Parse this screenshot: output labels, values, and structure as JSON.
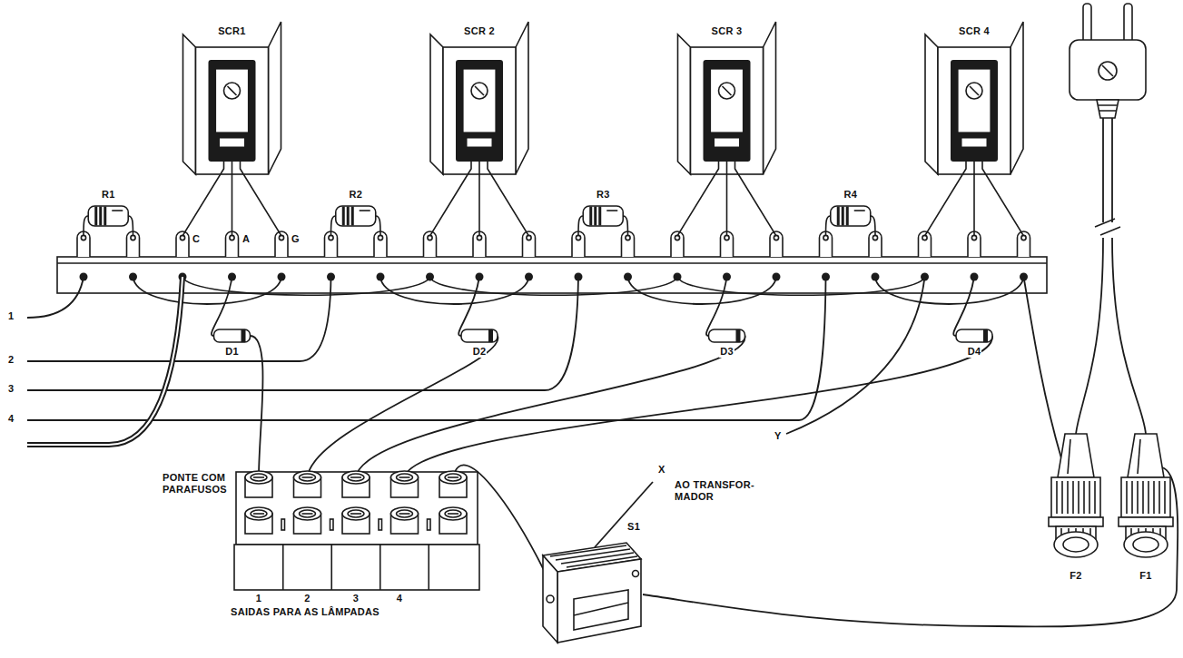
{
  "diagram": {
    "labels": [
      "SCR1",
      "SCR 2",
      "SCR 3",
      "SCR 4",
      "R1",
      "C",
      "A",
      "G",
      "R2",
      "R3",
      "R4",
      "1",
      "D1",
      "2",
      "D2",
      "3",
      "D3",
      "4",
      "D4",
      "PONTE COM PARAFUSOS",
      "X",
      "AO TRANSFOR- MADOR",
      "Y",
      "S1",
      "F2",
      "F1",
      "1",
      "2",
      "3",
      "4",
      "SAIDAS PARA AS LÂMPADAS"
    ]
  }
}
